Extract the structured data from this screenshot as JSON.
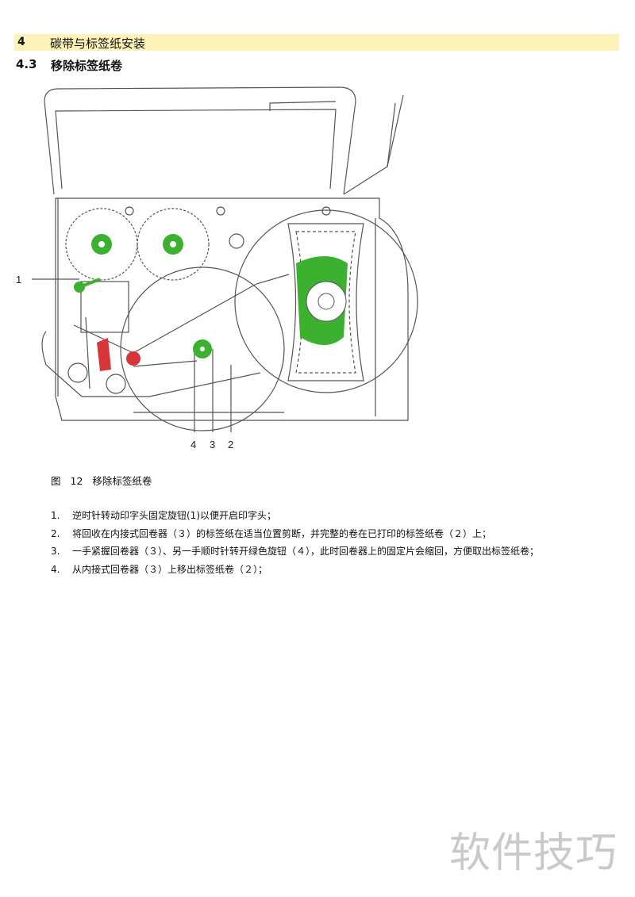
{
  "chapter": {
    "number": "4",
    "title": "碳带与标签纸安装"
  },
  "section": {
    "number": "4.3",
    "title": "移除标签纸卷"
  },
  "figure": {
    "callouts": [
      "1",
      "4",
      "3",
      "2"
    ],
    "caption_label": "图",
    "caption_number": "12",
    "caption_title": "移除标签纸卷",
    "colors": {
      "highlight_green": "#3cb02f",
      "highlight_red": "#d8353a",
      "line": "#555555"
    }
  },
  "steps": [
    {
      "num": "1.",
      "text": "逆时针转动印字头固定旋钮(1)以便开启印字头；"
    },
    {
      "num": "2.",
      "text": "将回收在内接式回卷器（３）的标签纸在适当位置剪断，并完整的卷在已打印的标签纸卷（２）上；"
    },
    {
      "num": "3.",
      "text": "一手紧握回卷器（３）、另一手顺时针转开绿色旋钮（４），此时回卷器上的固定片会缩回，方便取出标签纸卷；"
    },
    {
      "num": "4.",
      "text": "从内接式回卷器（３）上移出标签纸卷（２）；"
    }
  ],
  "watermark": "软件技巧"
}
